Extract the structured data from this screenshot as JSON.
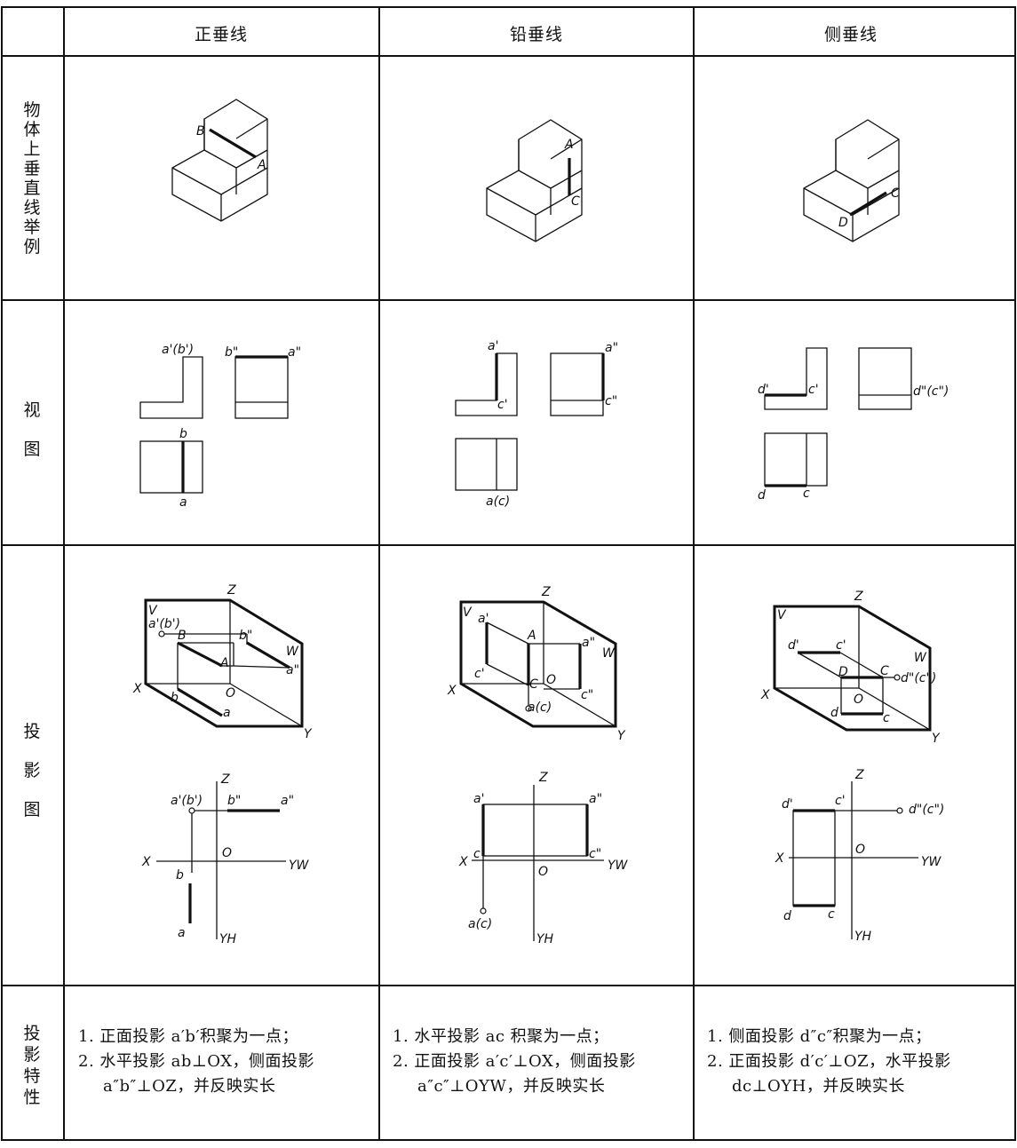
{
  "headers": [
    "正垂线",
    "铅垂线",
    "侧垂线"
  ],
  "row_labels": {
    "example": "物体上垂直线举例",
    "views": "视图",
    "projection": "投影图",
    "properties": "投影特性"
  },
  "diagram_labels": {
    "col1_solid": [
      "B",
      "A"
    ],
    "col2_solid": [
      "A",
      "C"
    ],
    "col3_solid": [
      "C",
      "D"
    ],
    "col1_views": [
      "a'(b')",
      "b\"",
      "a\"",
      "b",
      "a"
    ],
    "col2_views": [
      "a'",
      "a\"",
      "c'",
      "c\"",
      "a(c)"
    ],
    "col3_views": [
      "d'",
      "c'",
      "d\"(c\")",
      "d",
      "c"
    ],
    "col1_iso": [
      "Z",
      "V",
      "a'(b')",
      "B",
      "b\"",
      "W",
      "A",
      "a\"",
      "X",
      "O",
      "b",
      "a",
      "Y"
    ],
    "col2_iso": [
      "Z",
      "V",
      "a'",
      "A",
      "a\"",
      "W",
      "c'",
      "C",
      "O",
      "c\"",
      "X",
      "a(c)",
      "Y"
    ],
    "col3_iso": [
      "Z",
      "V",
      "d'",
      "c'",
      "W",
      "D",
      "C",
      "d\"(c\")",
      "X",
      "O",
      "d",
      "c",
      "Y"
    ],
    "col1_flat": [
      "Z",
      "a'(b')",
      "b\"",
      "a\"",
      "X",
      "O",
      "YW",
      "b",
      "a",
      "YH"
    ],
    "col2_flat": [
      "Z",
      "a'",
      "a\"",
      "X",
      "c",
      "c\"",
      "YW",
      "O",
      "a(c)",
      "YH"
    ],
    "col3_flat": [
      "Z",
      "d'",
      "c'",
      "d\"(c\")",
      "X",
      "O",
      "YW",
      "d",
      "c",
      "YH"
    ]
  },
  "properties": {
    "col1": [
      "1. 正面投影 a′b′积聚为一点；",
      "2. 水平投影 ab⊥OX，侧面投影",
      "a″b″⊥OZ，并反映实长"
    ],
    "col2": [
      "1. 水平投影 ac 积聚为一点；",
      "2. 正面投影 a′c′⊥OX，侧面投影",
      "a″c″⊥OYW，并反映实长"
    ],
    "col3": [
      "1. 侧面投影 d″c″积聚为一点；",
      "2. 正面投影 d′c′⊥OZ，水平投影",
      "dc⊥OYH，并反映实长"
    ]
  }
}
